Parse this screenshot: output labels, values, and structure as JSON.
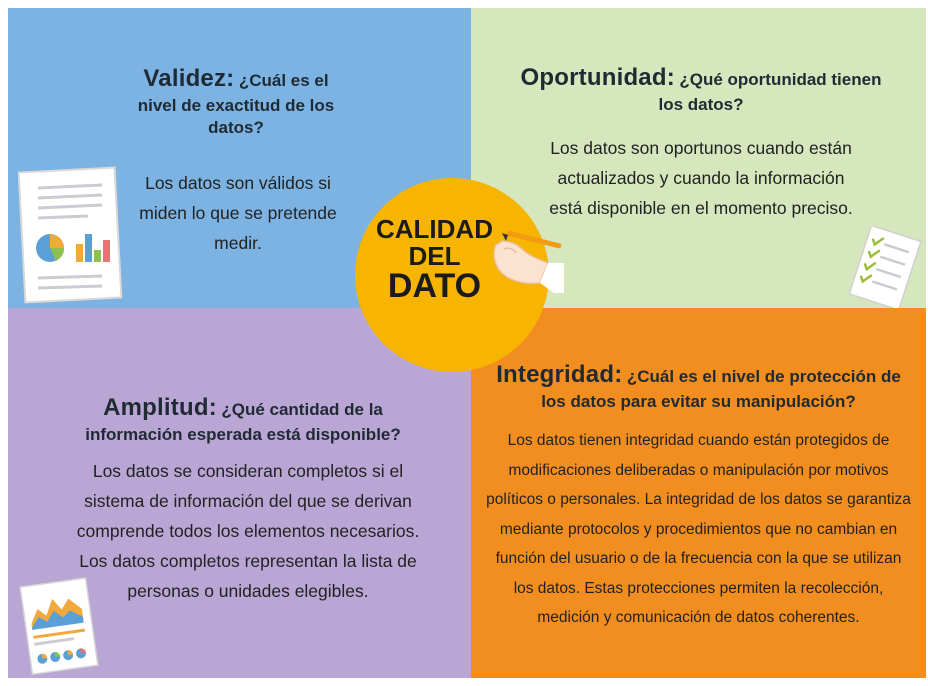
{
  "center": {
    "line1": "CALIDAD",
    "line2": "DEL",
    "line3": "DATO"
  },
  "validez": {
    "title_lead": "Validez:",
    "title_rest": "¿Cuál es el nivel de exactitud de los datos?",
    "body": "Los datos son válidos si miden lo que se pretende medir."
  },
  "oportunidad": {
    "title_lead": "Oportunidad:",
    "title_rest": "¿Qué oportunidad tienen los datos?",
    "body": "Los datos son oportunos cuando están actualizados y cuando la información está disponible en el momento preciso."
  },
  "amplitud": {
    "title_lead": "Amplitud:",
    "title_rest": "¿Qué cantidad de la información esperada está disponible?",
    "body": "Los datos se consideran completos si el sistema de información del que se derivan comprende todos los elementos necesarios. Los datos completos representan la lista de personas o unidades elegibles."
  },
  "integridad": {
    "title_lead": "Integridad:",
    "title_rest": "¿Cuál es el nivel de protección de los datos para evitar su manipulación?",
    "body": "Los datos tienen integridad cuando están protegidos de modificaciones deliberadas o manipulación por motivos políticos o personales. La integridad de los datos se garantiza mediante protocolos y procedimientos que no cambian en función del usuario o de la frecuencia con la que se utilizan los datos. Estas protecciones permiten la recolección, medición y comunicación de datos coherentes."
  },
  "colors": {
    "validez": "#7db3e2",
    "oportunidad": "#d6e6bd",
    "amplitud": "#b9a6d4",
    "integridad": "#f28e20",
    "center": "#f7b400"
  }
}
